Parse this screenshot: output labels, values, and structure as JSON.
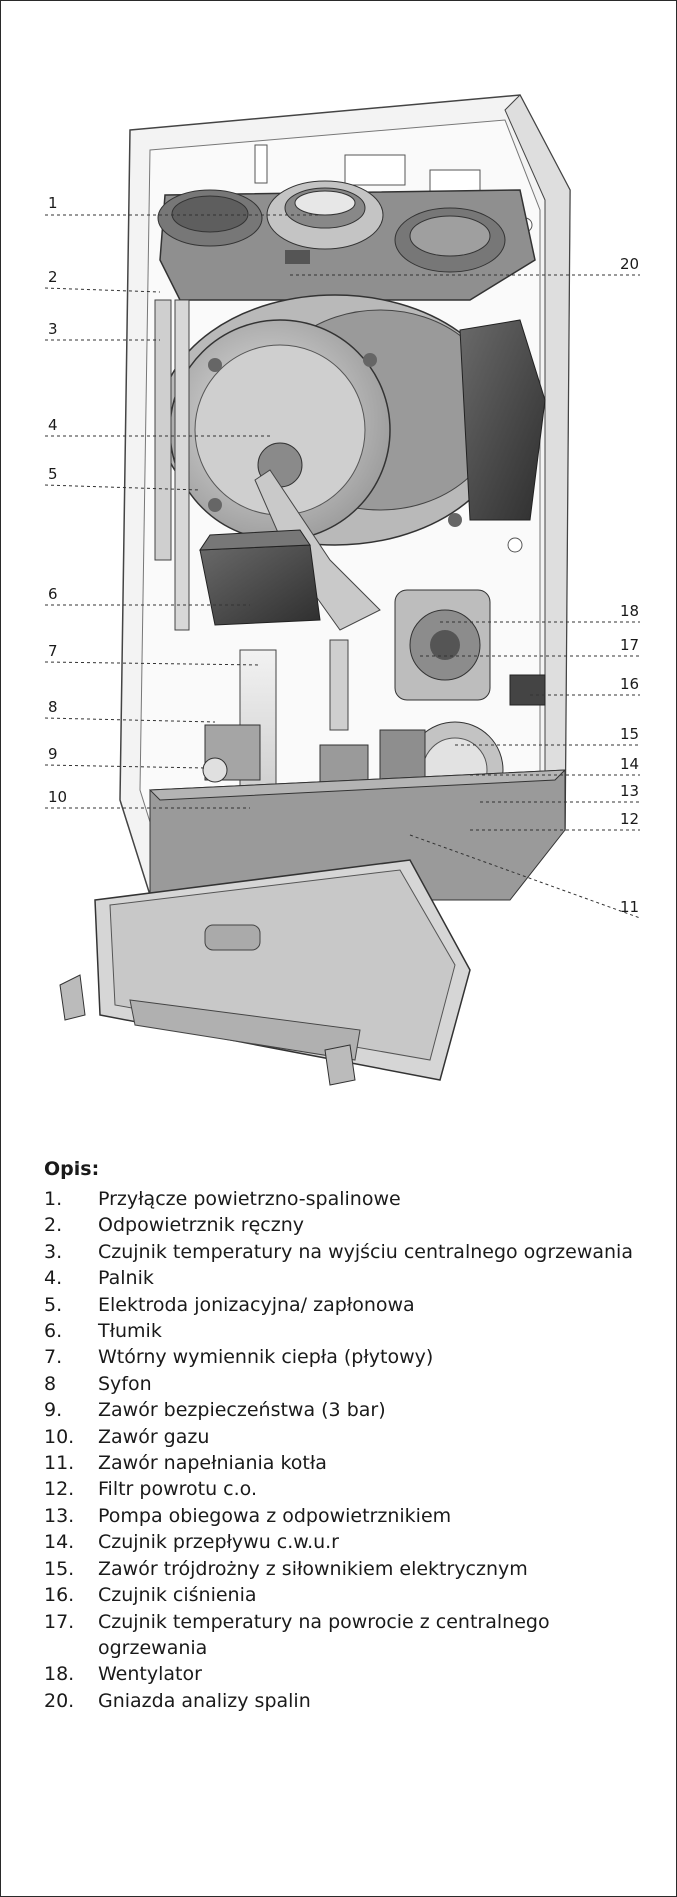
{
  "callouts": {
    "c1": "1",
    "c2": "2",
    "c3": "3",
    "c4": "4",
    "c5": "5",
    "c6": "6",
    "c7": "7",
    "c8": "8",
    "c9": "9",
    "c10": "10",
    "c11": "11",
    "c12": "12",
    "c13": "13",
    "c14": "14",
    "c15": "15",
    "c16": "16",
    "c17": "17",
    "c18": "18",
    "c20": "20"
  },
  "legend": {
    "title": "Opis:",
    "items": [
      {
        "num": "1.",
        "text": "Przyłącze powietrzno-spalinowe"
      },
      {
        "num": "2.",
        "text": "Odpowietrznik ręczny"
      },
      {
        "num": "3.",
        "text": "Czujnik temperatury na wyjściu centralnego ogrzewania"
      },
      {
        "num": "4.",
        "text": "Palnik"
      },
      {
        "num": "5.",
        "text": "Elektroda jonizacyjna/ zapłonowa"
      },
      {
        "num": "6.",
        "text": "Tłumik"
      },
      {
        "num": "7.",
        "text": "Wtórny wymiennik ciepła (płytowy)"
      },
      {
        "num": "8",
        "text": "Syfon"
      },
      {
        "num": "9.",
        "text": "Zawór bezpieczeństwa (3 bar)"
      },
      {
        "num": "10.",
        "text": "Zawór gazu"
      },
      {
        "num": "11.",
        "text": "Zawór napełniania kotła"
      },
      {
        "num": "12.",
        "text": "Filtr powrotu c.o."
      },
      {
        "num": "13.",
        "text": "Pompa obiegowa z odpowietrznikiem"
      },
      {
        "num": "14.",
        "text": "Czujnik przepływu c.w.u.r"
      },
      {
        "num": "15.",
        "text": "Zawór trójdrożny z siłownikiem elektrycznym"
      },
      {
        "num": "16.",
        "text": "Czujnik ciśnienia"
      },
      {
        "num": "17.",
        "text": "Czujnik temperatury na powrocie z centralnego ogrzewania"
      },
      {
        "num": "18.",
        "text": "Wentylator"
      },
      {
        "num": "20.",
        "text": "Gniazda analizy spalin"
      }
    ]
  }
}
